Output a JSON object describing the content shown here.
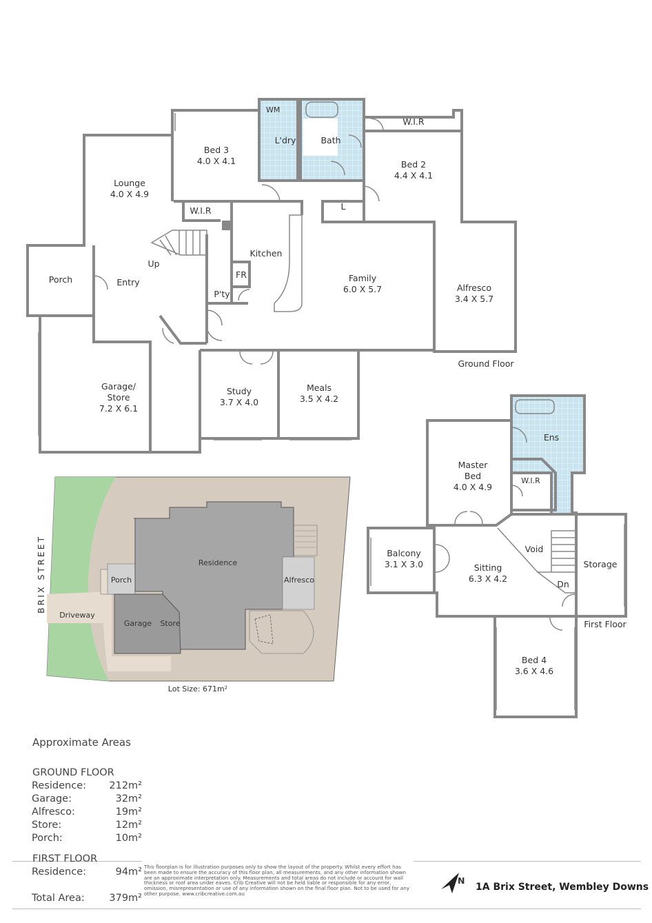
{
  "ground_floor": {
    "caption": "Ground Floor",
    "rooms": [
      {
        "name": "Bed 3",
        "dims": "4.0 X 4.1"
      },
      {
        "name": "L'dry",
        "dims": ""
      },
      {
        "name": "Bath",
        "dims": ""
      },
      {
        "name": "W.I.R",
        "dims": ""
      },
      {
        "name": "Bed 2",
        "dims": "4.4 X 4.1"
      },
      {
        "name": "Lounge",
        "dims": "4.0 X 4.9"
      },
      {
        "name": "W.I.R",
        "dims": ""
      },
      {
        "name": "L",
        "dims": ""
      },
      {
        "name": "Kitchen",
        "dims": ""
      },
      {
        "name": "Family",
        "dims": "6.0 X 5.7"
      },
      {
        "name": "Alfresco",
        "dims": "3.4 X 5.7"
      },
      {
        "name": "Porch",
        "dims": ""
      },
      {
        "name": "Entry",
        "dims": ""
      },
      {
        "name": "Up",
        "dims": ""
      },
      {
        "name": "FR",
        "dims": ""
      },
      {
        "name": "P'ty",
        "dims": ""
      },
      {
        "name": "Garage/",
        "dims": "Store"
      },
      {
        "name": "Study",
        "dims": "3.7 X 4.0"
      },
      {
        "name": "Meals",
        "dims": "3.5 X 4.2"
      }
    ],
    "garage_dims": "7.2 X 6.1",
    "wm": "WM"
  },
  "first_floor": {
    "caption": "First Floor",
    "rooms": [
      {
        "name": "Ens",
        "dims": ""
      },
      {
        "name": "Master",
        "dims": "Bed"
      },
      {
        "name": "W.I.R",
        "dims": ""
      },
      {
        "name": "Balcony",
        "dims": "3.1 X 3.0"
      },
      {
        "name": "Sitting",
        "dims": "6.3 X 4.2"
      },
      {
        "name": "Void",
        "dims": ""
      },
      {
        "name": "Storage",
        "dims": ""
      },
      {
        "name": "Dn",
        "dims": ""
      },
      {
        "name": "Bed 4",
        "dims": "3.6 X 4.6"
      }
    ],
    "master_dims": "4.0 X 4.9"
  },
  "site_plan": {
    "street": "BRIX STREET",
    "labels": [
      "Residence",
      "Porch",
      "Alfresco",
      "Driveway",
      "Garage",
      "Store"
    ],
    "lot_size": "Lot Size: 671m²"
  },
  "areas": {
    "title": "Approximate Areas",
    "ground_floor_heading": "GROUND FLOOR",
    "ground_floor": [
      {
        "label": "Residence:",
        "value": "212m²"
      },
      {
        "label": "Garage:",
        "value": "32m²"
      },
      {
        "label": "Alfresco:",
        "value": "19m²"
      },
      {
        "label": "Store:",
        "value": "12m²"
      },
      {
        "label": "Porch:",
        "value": "10m²"
      }
    ],
    "first_floor_heading": "FIRST FLOOR",
    "first_floor": [
      {
        "label": "Residence:",
        "value": "94m²"
      }
    ],
    "total": {
      "label": "Total Area:",
      "value": "379m²"
    }
  },
  "disclaimer": "This floorplan is for illustration purposes only to show the layout of the property. Whilst every effort has been made to ensure the accuracy of this floor plan, all measurements, and any other information shown are an approximate interpretation only. Measurements and total areas do not include or account for wall thickness or roof area under eaves. Crib Creative will not be held liable or responsible for any error, omission, misrepresentation or use of any information shown on the final floor plan. Not to be used for any other purpose. www.cribcreative.com.au",
  "address": "1A Brix Street, Wembley Downs",
  "north_label": "N",
  "colors": {
    "wall": "#888888",
    "wet_tile": "#c9e3ef",
    "lawn": "#a8d5a2",
    "block": "#d6cbbf",
    "residence": "#a6a6a6",
    "garage": "#9a9a9a",
    "driveway": "#e6dccf",
    "alfresco": "#d2d2d2"
  }
}
